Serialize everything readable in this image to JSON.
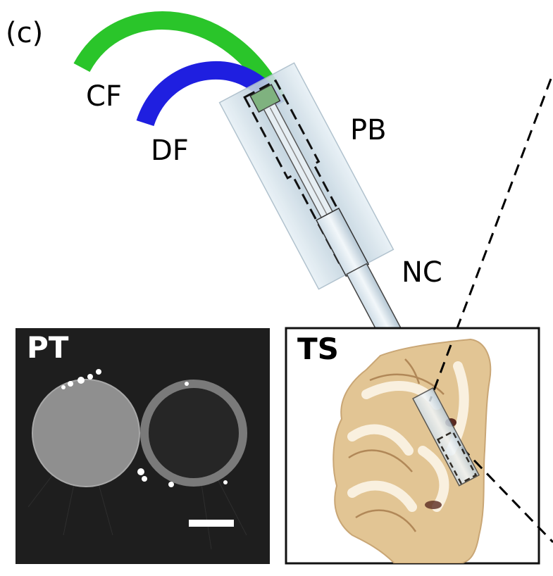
{
  "figure": {
    "panel_label": "(c)",
    "labels": {
      "cf": "CF",
      "df": "DF",
      "pb": "PB",
      "nc": "NC"
    },
    "insets": {
      "pt": {
        "label": "PT"
      },
      "ts": {
        "label": "TS"
      }
    },
    "colors": {
      "collection_fiber": "#1fc21f",
      "delivery_fiber": "#1f1fe0",
      "probe_body": "#c9dbe6",
      "pt_background": "#1e1e1e",
      "tissue": "#e2c594",
      "tissue_dark": "#a5794a"
    }
  }
}
